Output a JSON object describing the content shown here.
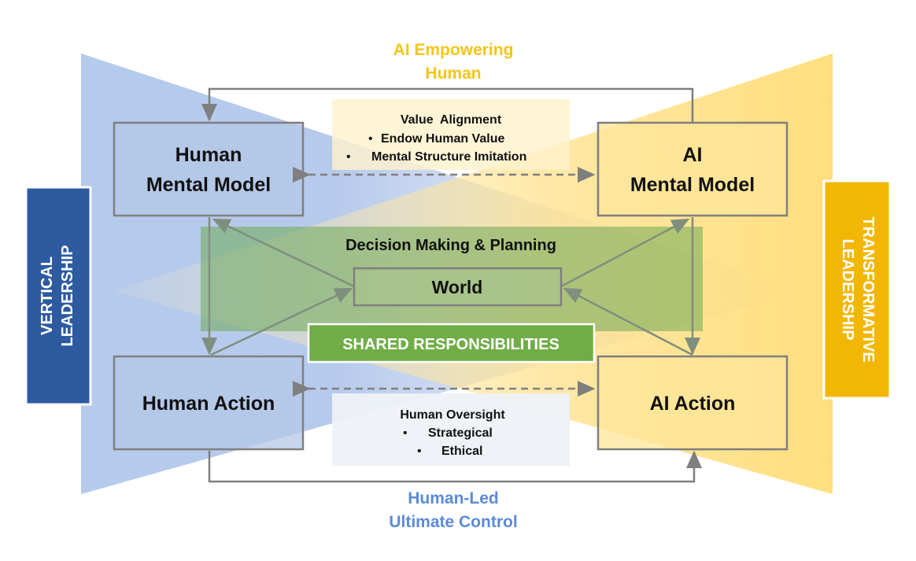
{
  "top_caption": {
    "line1": "AI Empowering",
    "line2": "Human",
    "color": "#F5C518"
  },
  "bottom_caption": {
    "line1": "Human-Led",
    "line2": "Ultimate Control",
    "color": "#5B8BD6"
  },
  "left_banner": {
    "line1": "VERTICAL",
    "line2": "LEADERSHIP",
    "color": "#2E5AA0"
  },
  "right_banner": {
    "line1": "TRANSFORMATIVE",
    "line2": "LEADERSHIP",
    "color": "#F2B705"
  },
  "boxes": {
    "human_mental_model": {
      "line1": "Human",
      "line2": "Mental Model"
    },
    "ai_mental_model": {
      "line1": "AI",
      "line2": "Mental Model"
    },
    "human_action": {
      "label": "Human Action"
    },
    "ai_action": {
      "label": "AI Action"
    },
    "world": {
      "label": "World"
    }
  },
  "value_alignment": {
    "title": "Value  Alignment",
    "items": [
      "Endow Human Value",
      "Mental Structure Imitation"
    ]
  },
  "human_oversight": {
    "title": "Human Oversight",
    "items": [
      "Strategical",
      "Ethical"
    ]
  },
  "decision_band": {
    "label": "Decision Making & Planning",
    "color": "#6FAA55"
  },
  "shared_responsibilities": {
    "label": "SHARED RESPONSIBILITIES",
    "color": "#70AD47"
  }
}
